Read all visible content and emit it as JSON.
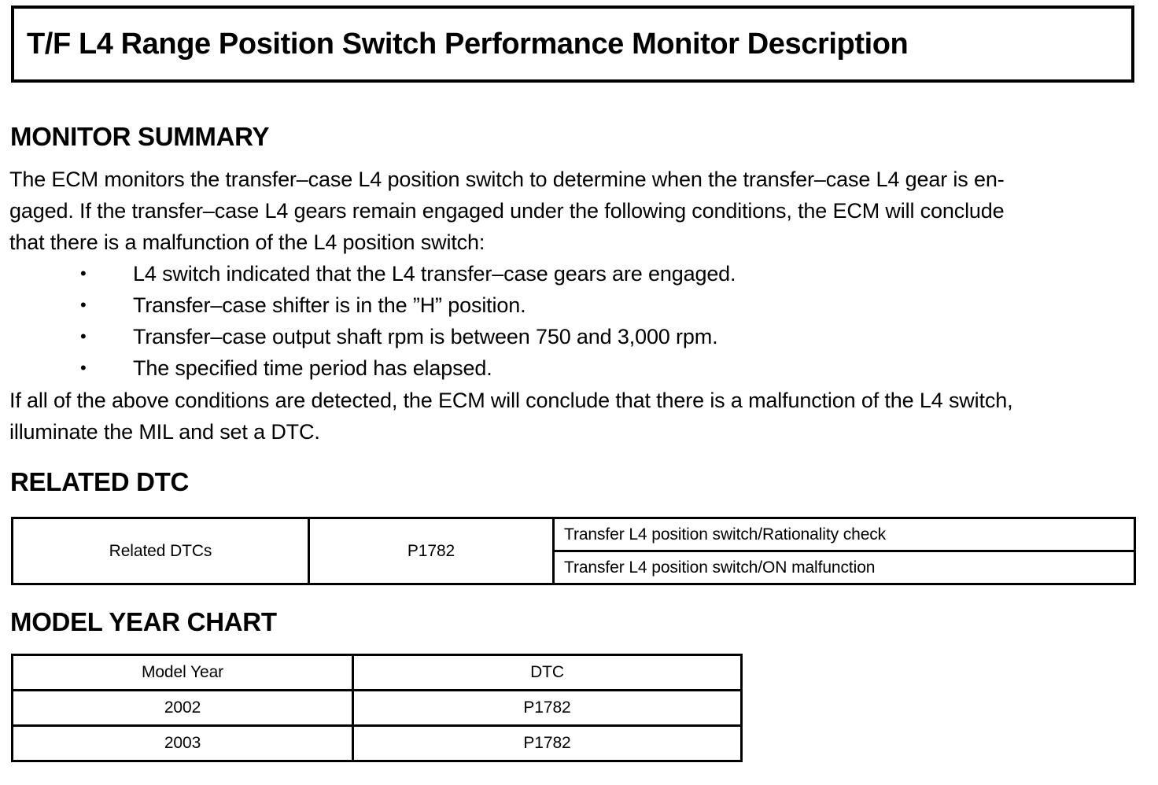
{
  "document": {
    "title": "T/F L4 Range Position Switch Performance Monitor Description"
  },
  "monitor_summary": {
    "heading": "MONITOR SUMMARY",
    "intro_lines": [
      "The ECM monitors the transfer–case L4 position switch to determine when the transfer–case L4 gear is en-",
      "gaged. If the transfer–case L4 gears remain engaged under the following conditions, the ECM will conclude",
      "that there is a malfunction of the L4 position switch:"
    ],
    "bullet_marker": "•",
    "bullets": [
      "L4 switch indicated that the L4 transfer–case gears are engaged.",
      "Transfer–case shifter is in the ”H” position.",
      "Transfer–case output shaft rpm is between 750 and 3,000 rpm.",
      "The specified time period has elapsed."
    ],
    "closing_lines": [
      "If all of the above conditions are detected, the ECM will conclude that there is a malfunction of the L4 switch,",
      "illuminate the MIL and set a DTC."
    ]
  },
  "related_dtc": {
    "heading": "RELATED DTC",
    "label": "Related DTCs",
    "code": "P1782",
    "descriptions": [
      "Transfer L4 position switch/Rationality check",
      "Transfer L4 position switch/ON malfunction"
    ]
  },
  "model_year_chart": {
    "heading": "MODEL YEAR CHART",
    "columns": [
      "Model Year",
      "DTC"
    ],
    "rows": [
      {
        "year": "2002",
        "dtc": "P1782"
      },
      {
        "year": "2003",
        "dtc": "P1782"
      }
    ]
  },
  "colors": {
    "text": "#000000",
    "background": "#ffffff",
    "border": "#000000"
  }
}
